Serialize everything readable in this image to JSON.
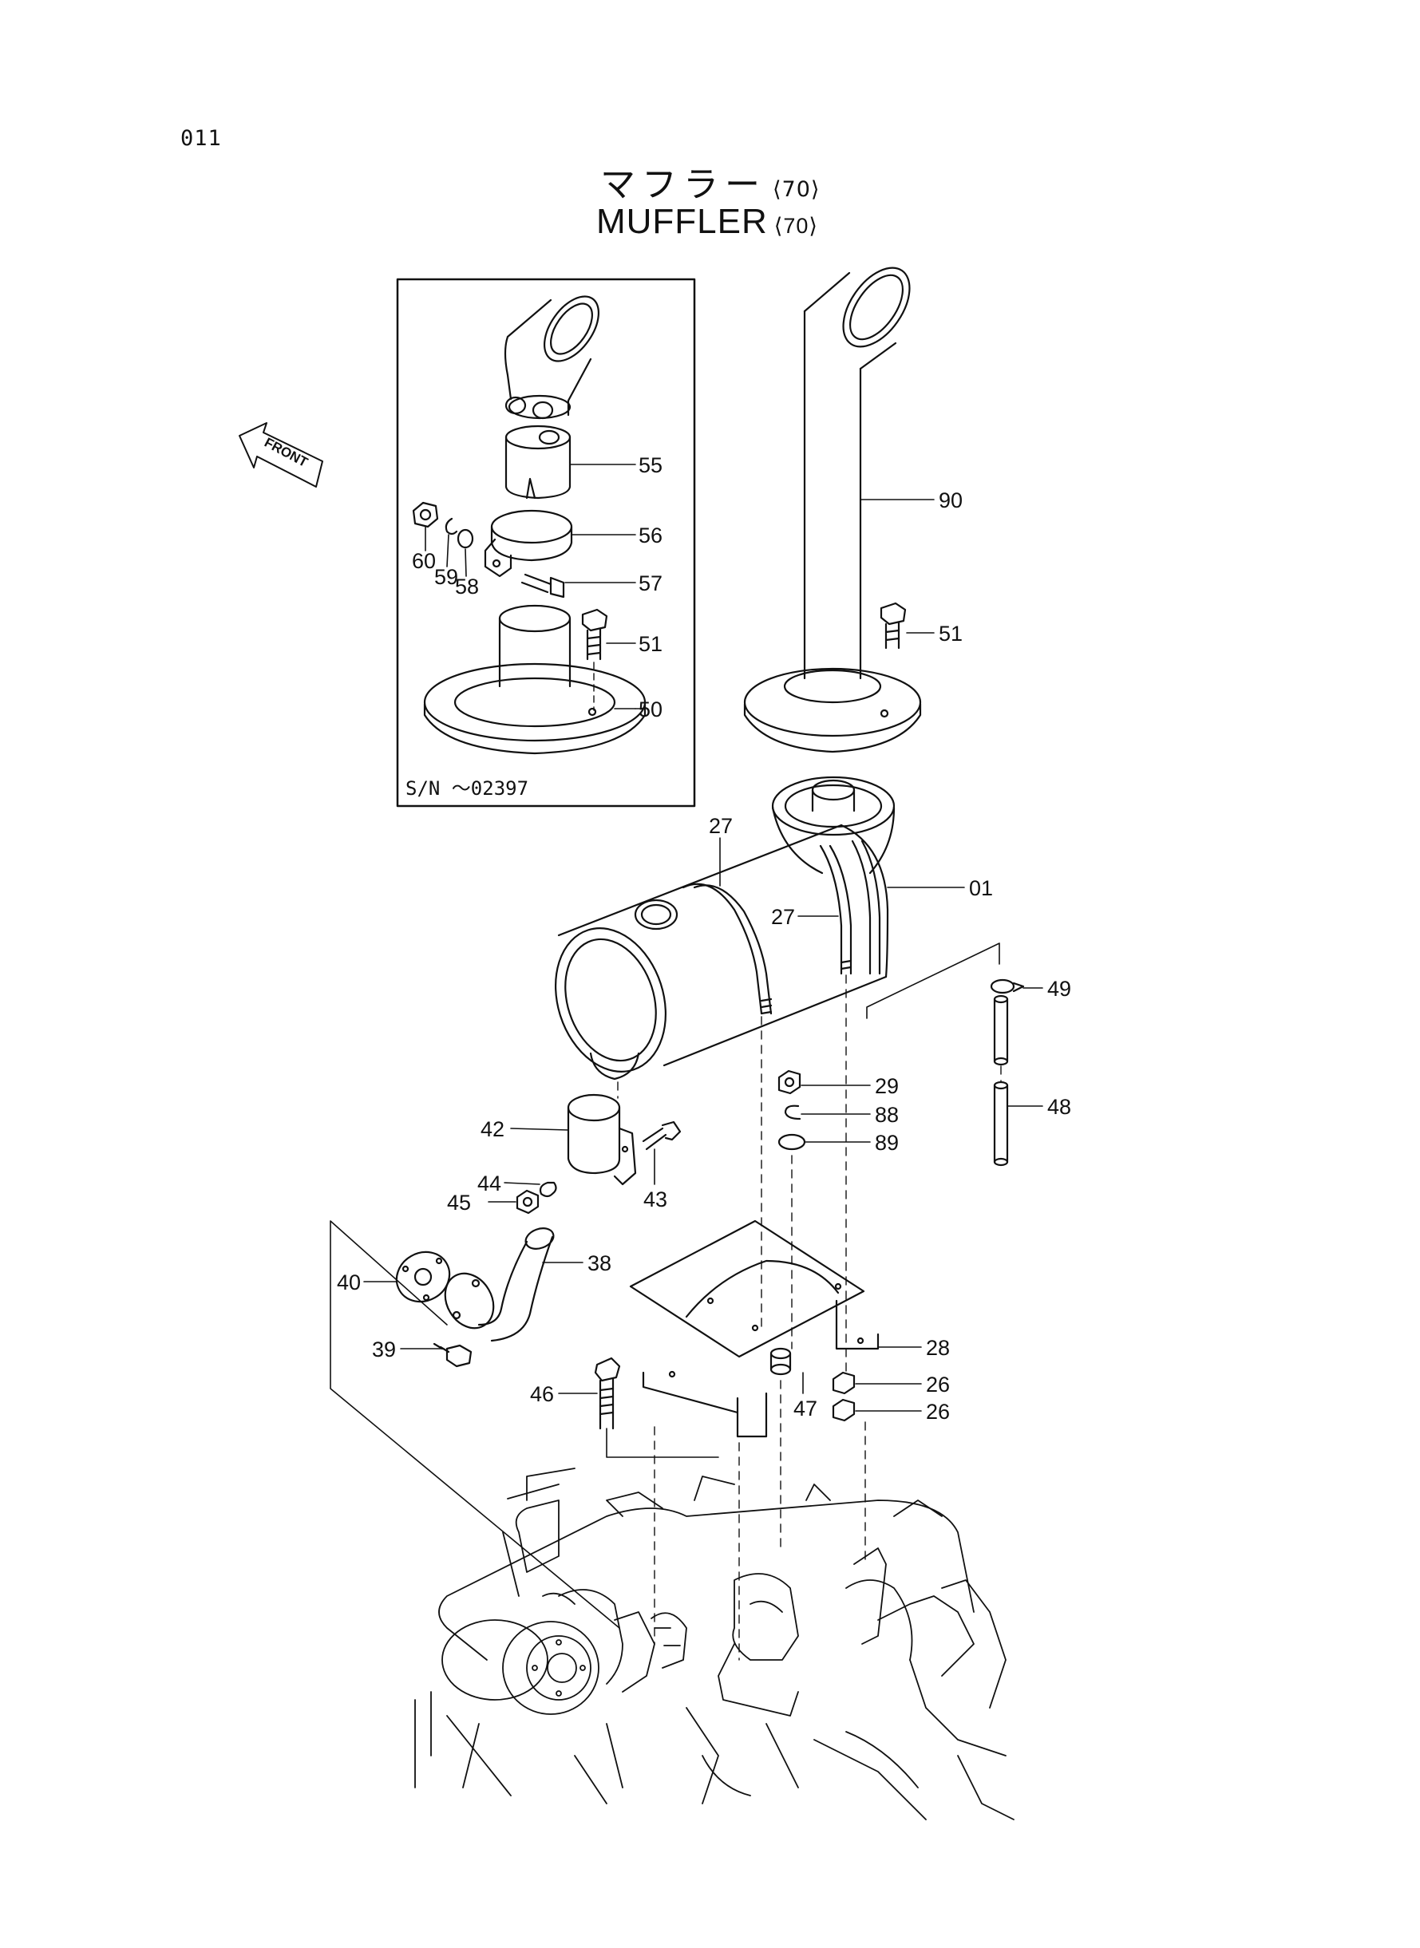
{
  "page": {
    "number": "011",
    "title_jp": "マフラー",
    "title_en": "MUFFLER",
    "title_code": "⟨70⟩"
  },
  "inset": {
    "serial_label": "S/N ～02397"
  },
  "front_label": "FRONT",
  "callouts": {
    "c55": "55",
    "c56": "56",
    "c57": "57",
    "c51a": "51",
    "c50": "50",
    "c60": "60",
    "c59": "59",
    "c58": "58",
    "c90": "90",
    "c51b": "51",
    "c27a": "27",
    "c27b": "27",
    "c01": "01",
    "c49": "49",
    "c48": "48",
    "c29": "29",
    "c88": "88",
    "c89": "89",
    "c42": "42",
    "c43": "43",
    "c44": "44",
    "c45": "45",
    "c40": "40",
    "c38": "38",
    "c39": "39",
    "c28": "28",
    "c26a": "26",
    "c26b": "26",
    "c47": "47",
    "c46": "46"
  }
}
